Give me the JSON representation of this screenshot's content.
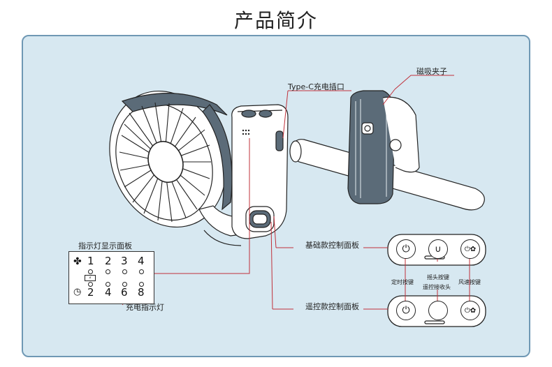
{
  "page_title": "产品简介",
  "labels": {
    "typec_port": "Type-C充电插口",
    "magnetic_clip": "磁吸夹子",
    "basic_panel": "基础款控制面板",
    "remote_panel": "遥控款控制面板",
    "indicator_panel": "指示灯显示面板",
    "charge_indicator": "充电指示灯",
    "timer_button": "定时按键",
    "oscillate_button": "摇头按键",
    "remote_receiver": "遥控接收头",
    "speed_button": "风速按键"
  },
  "indicator": {
    "row1": [
      "1",
      "2",
      "3",
      "4"
    ],
    "row2": [
      "2",
      "4",
      "6",
      "8"
    ]
  },
  "colors": {
    "panel_bg": "#d7e8f1",
    "panel_border": "#6f98b4",
    "leader_line": "#c0303a"
  },
  "icons": [
    "fan-icon",
    "timer-icon",
    "power-icon",
    "oscillate-icon",
    "wind-speed-icon",
    "battery-icon"
  ]
}
